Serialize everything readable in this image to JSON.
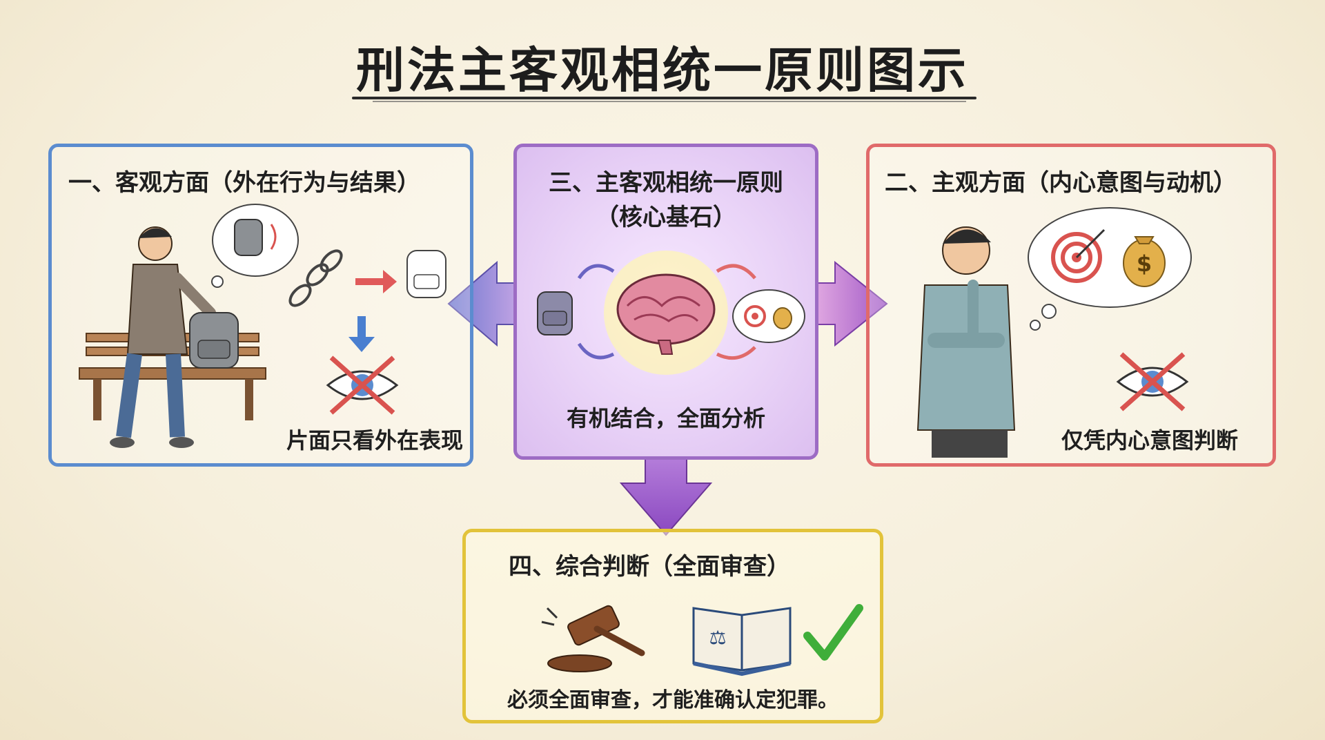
{
  "title": "刑法主客观相统一原则图示",
  "panels": {
    "objective": {
      "title": "一、客观方面（外在行为与结果）",
      "caption": "片面只看外在表现"
    },
    "subjective": {
      "title": "二、主观方面（内心意图与动机）",
      "caption": "仅凭内心意图判断"
    },
    "unity": {
      "title": "三、主客观相统一原则",
      "subtitle": "（核心基石）",
      "caption": "有机结合，全面分析"
    },
    "judgment": {
      "title": "四、综合判断（全面审查）",
      "caption": "必须全面审查，才能准确认定犯罪。"
    }
  },
  "colors": {
    "objective": "#5b8ccf",
    "subjective": "#e06a6a",
    "unity": "#9d6cc4",
    "judgment": "#e2c33a",
    "check": "#3fae3a"
  }
}
